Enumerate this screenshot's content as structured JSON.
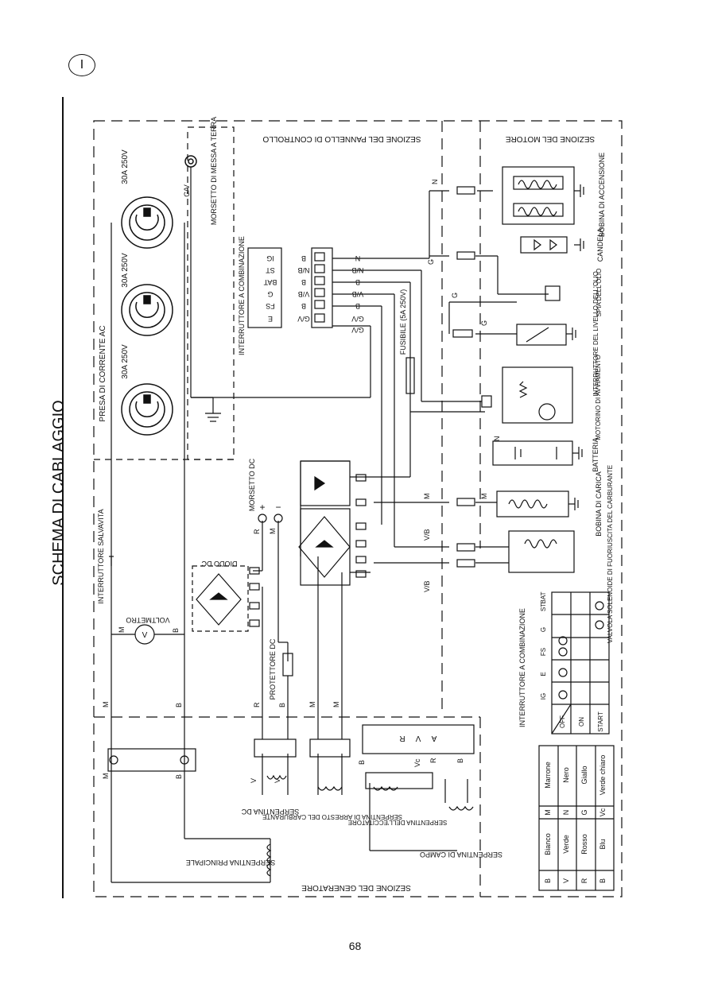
{
  "language_badge": "I",
  "page_number": "68",
  "diagram": {
    "title": "SCHEMA DI CABLAGGIO",
    "sections": {
      "control_panel": "SEZIONE DEL PANNELLO DI CONTROLLO",
      "engine": "SEZIONE DEL MOTORE",
      "generator": "SEZIONE DEL GENERATORE"
    },
    "receptacles": {
      "label": "PRESA DI CORRENTE AC",
      "ratings": [
        "30A 250V",
        "30A 250V",
        "30A 250V"
      ],
      "ground_terminal": "MORSETTO DI MESSA A TERRA",
      "ground_wire": "G/V"
    },
    "ignition_switch": {
      "label": "INTERRUTTORE A COMBINAZIONE",
      "terminals": [
        "IG",
        "ST",
        "BAT",
        "G",
        "FS",
        "E"
      ],
      "terminal_colors": [
        "B",
        "N/B",
        "B",
        "V/B",
        "B",
        "G/V"
      ],
      "wire_labels": [
        "N",
        "N/B",
        "B",
        "V/B",
        "B",
        "G/V"
      ]
    },
    "fuse": "FUSIBILE (5A 250V)",
    "engine_components": {
      "ignition_coil": "BOBINA DI ACCENSIONE",
      "spark_plug": "CANDELA",
      "oil_lamp": "SPIA DELL'OLIO",
      "oil_switch": "INTERRUTTORE DEL LIVELLO DELL'OLIO",
      "starter": "MOTORINO DI AVVIAMENTO",
      "battery": "BATTERIA",
      "charge_coil": "BOBINA DI CARICA",
      "fuel_valve": "VALVOLA SOLENOIDE DI FUORIUSCITA DEL CARBURANTE"
    },
    "dc_terminal": "MORSETTO DC",
    "dc_diode": "DIODO DC",
    "dc_protector": "PROTETTORE DC",
    "voltmeter": "VOLTMETRO",
    "voltmeter_symbol": "V",
    "breaker": "INTERRUTTORE SALVAVITA",
    "gen_windings": {
      "main": "SERPENTINA PRINCIPALE",
      "dc": "SERPENTINA DC",
      "fuel_stop": "SERPENTINA DI ARRESTO DEL CARBURANTE",
      "exciter": "SERPENTINA DELL'ECCITATORE",
      "field": "SERPENTINA DI CAMPO"
    },
    "avr_labels": [
      "R",
      "V",
      "A"
    ],
    "wire_tags": {
      "n": "N",
      "g": "G",
      "gv": "G/V",
      "m": "M",
      "b": "B",
      "r": "R",
      "v": "V",
      "vb": "V/B",
      "vc": "Vc",
      "plus": "+",
      "minus": "−"
    },
    "switch_table": {
      "title": "INTERRUTTORE A COMBINAZIONE",
      "columns": [
        "IG",
        "E",
        "FS",
        "G",
        "ST",
        "BAT"
      ],
      "rows": [
        "OFF",
        "ON",
        "START"
      ]
    },
    "color_legend": [
      {
        "code": "B",
        "name": "Bianco",
        "code2": "M",
        "name2": "Marrone"
      },
      {
        "code": "V",
        "name": "Verde",
        "code2": "N",
        "name2": "Nero"
      },
      {
        "code": "R",
        "name": "Rosso",
        "code2": "G",
        "name2": "Giallo"
      },
      {
        "code": "B",
        "name": "Blu",
        "code2": "Vc",
        "name2": "Verde chiaro"
      }
    ]
  }
}
